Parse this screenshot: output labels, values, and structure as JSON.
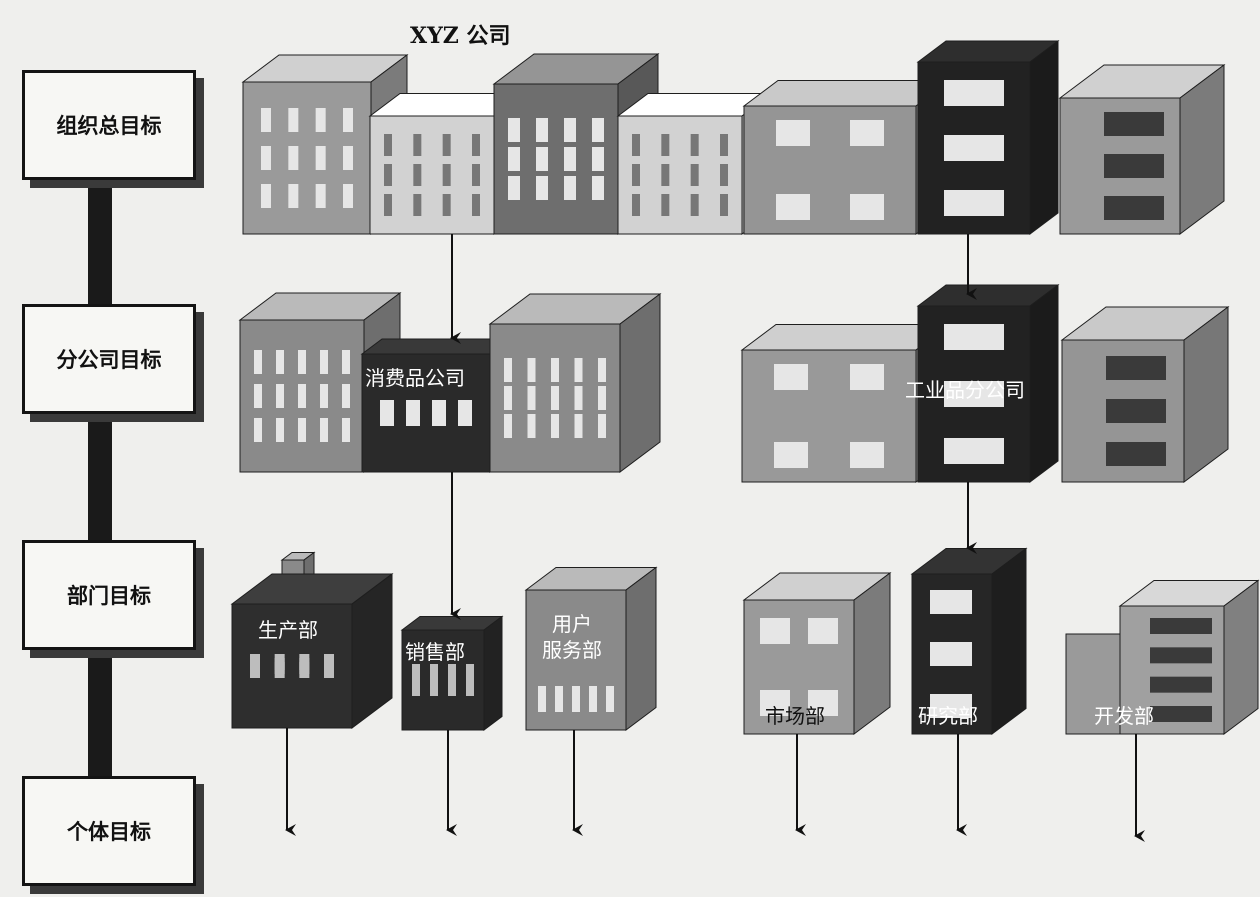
{
  "title": "XYZ 公司",
  "levels": [
    {
      "label": "组织总目标"
    },
    {
      "label": "分公司目标"
    },
    {
      "label": "部门目标"
    },
    {
      "label": "个体目标"
    }
  ],
  "companies": {
    "consumer": "消费品公司",
    "industrial": "工业品分公司"
  },
  "departments": {
    "production": "生产部",
    "sales": "销售部",
    "service_line1": "用户",
    "service_line2": "服务部",
    "marketing": "市场部",
    "research": "研究部",
    "development": "开发部"
  },
  "colors": {
    "dark_building": "#2b2b2b",
    "mid_building": "#8c8c8c",
    "light_building": "#d2d2d2"
  }
}
